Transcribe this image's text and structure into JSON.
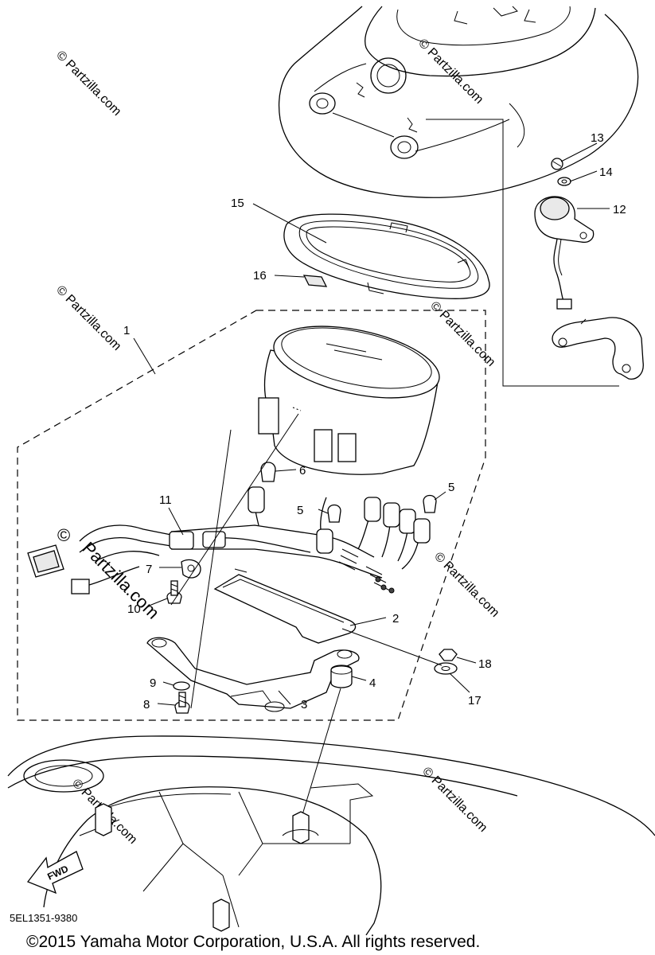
{
  "callouts": [
    {
      "id": "c1",
      "label": "1"
    },
    {
      "id": "c2",
      "label": "2"
    },
    {
      "id": "c3",
      "label": "3"
    },
    {
      "id": "c4",
      "label": "4"
    },
    {
      "id": "c5a",
      "label": "5"
    },
    {
      "id": "c5b",
      "label": "5"
    },
    {
      "id": "c6",
      "label": "6"
    },
    {
      "id": "c7",
      "label": "7"
    },
    {
      "id": "c8",
      "label": "8"
    },
    {
      "id": "c9",
      "label": "9"
    },
    {
      "id": "c10",
      "label": "10"
    },
    {
      "id": "c11",
      "label": "11"
    },
    {
      "id": "c12",
      "label": "12"
    },
    {
      "id": "c13",
      "label": "13"
    },
    {
      "id": "c14",
      "label": "14"
    },
    {
      "id": "c15",
      "label": "15"
    },
    {
      "id": "c16",
      "label": "16"
    },
    {
      "id": "c17",
      "label": "17"
    },
    {
      "id": "c18",
      "label": "18"
    }
  ],
  "watermark": {
    "text": "© Partzilla.com",
    "big_line1": "©",
    "big_line2": "Partzilla.com"
  },
  "direction_arrow": "FWD",
  "diagram_code": "5EL1351-9380",
  "copyright": "©2015  Yamaha Motor Corporation, U.S.A. All rights reserved."
}
